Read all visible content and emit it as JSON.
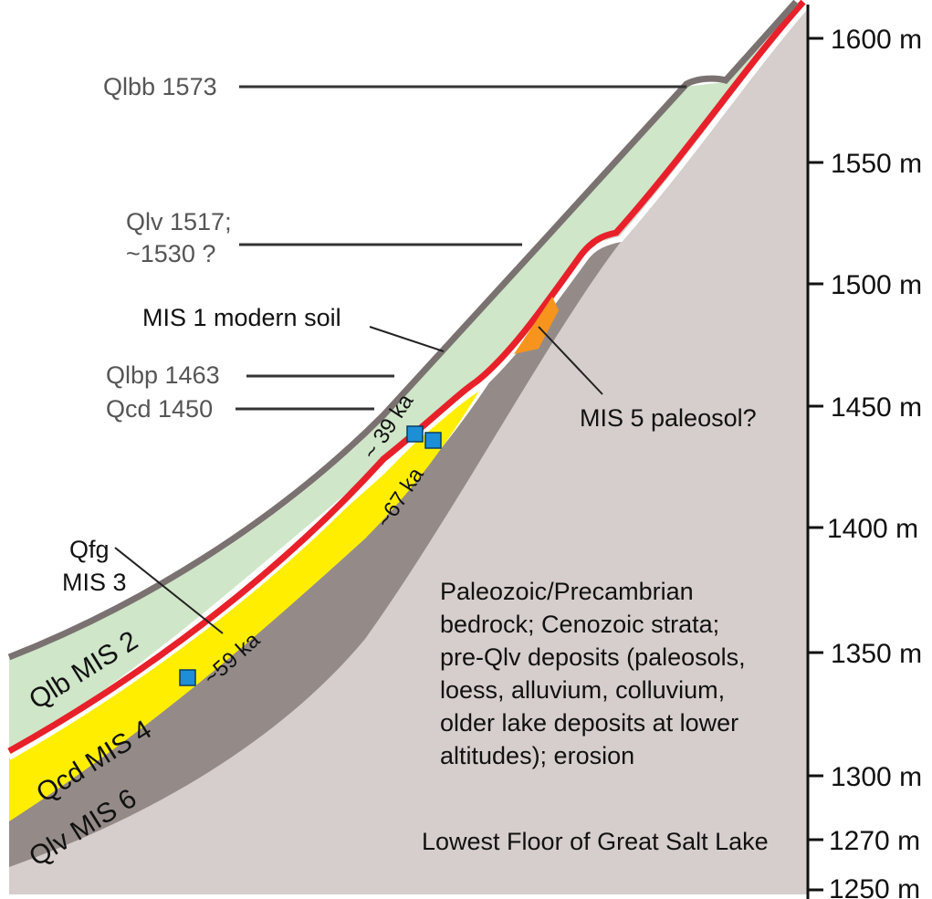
{
  "colors": {
    "bedrock": "#d6cecc",
    "qlv_unit": "#948b89",
    "qcd_unit": "#ffee00",
    "qlb_unit": "#cfe6c8",
    "soil": "#e8202a",
    "surface": "#7a7271",
    "sample": "#1d8fd6",
    "paleosol": "#f7941d"
  },
  "elevation_ticks": [
    "1600 m",
    "1550 m",
    "1500 m",
    "1450 m",
    "1400 m",
    "1350 m",
    "1300 m",
    "1270 m",
    "1250 m"
  ],
  "shoreline_labels": {
    "qlbb": "Qlbb 1573",
    "qlv_line1": "Qlv 1517;",
    "qlv_line2": "~1530 ?",
    "qlbp": "Qlbp 1463",
    "qcd": "Qcd 1450"
  },
  "callouts": {
    "modern_soil": "MIS 1 modern soil",
    "paleosol": "MIS 5 paleosol?",
    "qfg_line1": "Qfg",
    "qfg_line2": "MIS 3"
  },
  "units": {
    "qlb": "Qlb MIS 2",
    "qcd": "Qcd MIS 4",
    "qlv": "Qlv MIS 6"
  },
  "ages": {
    "age_39": "~ 39 ka",
    "age_67": "~67 ka",
    "age_59": "~59 ka"
  },
  "bedrock_text": [
    "Paleozoic/Precambrian",
    "bedrock; Cenozoic strata;",
    "pre-Qlv deposits (paleosols,",
    "loess, alluvium, colluvium,",
    "older lake deposits at lower",
    "altitudes); erosion"
  ],
  "lake_floor_label": "Lowest Floor of Great Salt Lake"
}
